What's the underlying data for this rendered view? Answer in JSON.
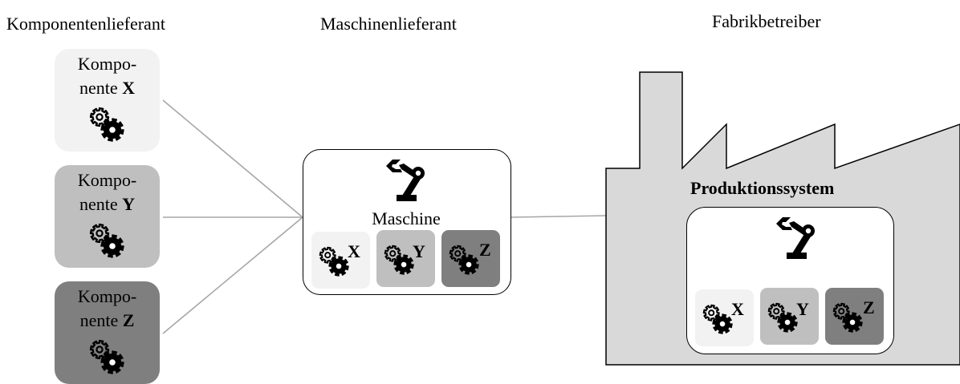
{
  "roles": {
    "component_supplier": "Komponentenlieferant",
    "machine_supplier": "Maschinenlieferant",
    "factory_operator": "Fabrikbetreiber"
  },
  "components": [
    {
      "line1": "Kompo-",
      "line2": "nente",
      "letter": "X",
      "fill": "#f2f2f2"
    },
    {
      "line1": "Kompo-",
      "line2": "nente",
      "letter": "Y",
      "fill": "#bfbfbf"
    },
    {
      "line1": "Kompo-",
      "line2": "nente",
      "letter": "Z",
      "fill": "#7f7f7f"
    }
  ],
  "machine": {
    "label": "Maschine",
    "icon": "robot-arm-icon",
    "parts": [
      {
        "letter": "X",
        "fill": "#f2f2f2"
      },
      {
        "letter": "Y",
        "fill": "#bfbfbf"
      },
      {
        "letter": "Z",
        "fill": "#7f7f7f"
      }
    ]
  },
  "production_system": {
    "title": "Produktionssystem",
    "icon": "robot-arm-icon",
    "factory_fill": "#d9d9d9",
    "parts": [
      {
        "letter": "X",
        "fill": "#f2f2f2"
      },
      {
        "letter": "Y",
        "fill": "#bfbfbf"
      },
      {
        "letter": "Z",
        "fill": "#7f7f7f"
      }
    ]
  },
  "icons": {
    "component": "gears-icon",
    "connector_color": "#a6a6a6"
  }
}
